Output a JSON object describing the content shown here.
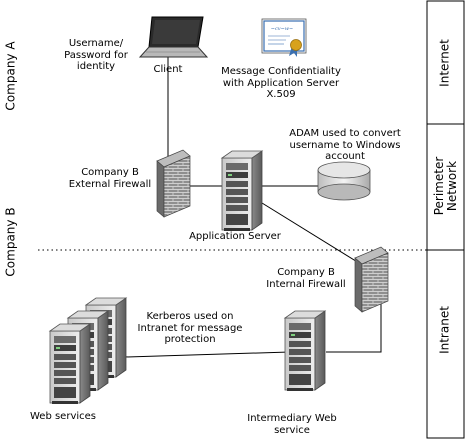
{
  "zones": {
    "company_a": "Company A",
    "company_b": "Company B",
    "internet": "Internet",
    "perimeter_line1": "Perimeter",
    "perimeter_line2": "Network",
    "intranet": "Intranet"
  },
  "labels": {
    "username_l1": "Username/",
    "username_l2": "Password for",
    "username_l3": "identity",
    "client": "Client",
    "msg_l1": "Message Confidentiality",
    "msg_l2": "with Application Server",
    "msg_l3": "X.509",
    "adam_l1": "ADAM used to convert",
    "adam_l2": "username to Windows",
    "adam_l3": "account",
    "extfw_l1": "Company B",
    "extfw_l2": "External Firewall",
    "appserver": "Application Server",
    "intfw_l1": "Company B",
    "intfw_l2": "Internal Firewall",
    "kerb_l1": "Kerberos used on",
    "kerb_l2": "Intranet for message",
    "kerb_l3": "protection",
    "websvc": "Web services",
    "inter_l1": "Intermediary Web",
    "inter_l2": "service"
  },
  "certificate_script": "Certificate"
}
